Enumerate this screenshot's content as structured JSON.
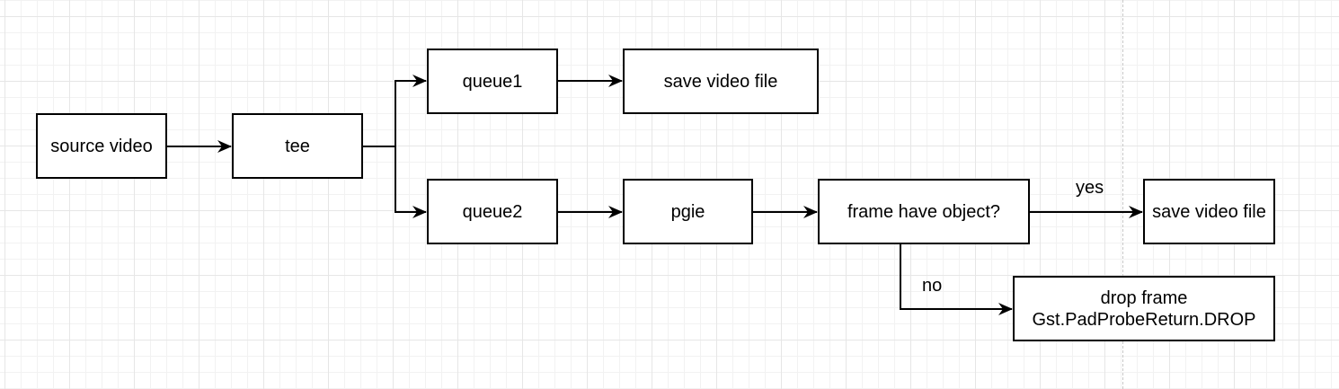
{
  "nodes": {
    "source_video": "source video",
    "tee": "tee",
    "queue1": "queue1",
    "save_video_file_1": "save video file",
    "queue2": "queue2",
    "pgie": "pgie",
    "decision": "frame have object?",
    "save_video_file_2": "save video file",
    "drop_frame_line1": "drop frame",
    "drop_frame_line2": "Gst.PadProbeReturn.DROP"
  },
  "edge_labels": {
    "yes": "yes",
    "no": "no"
  }
}
